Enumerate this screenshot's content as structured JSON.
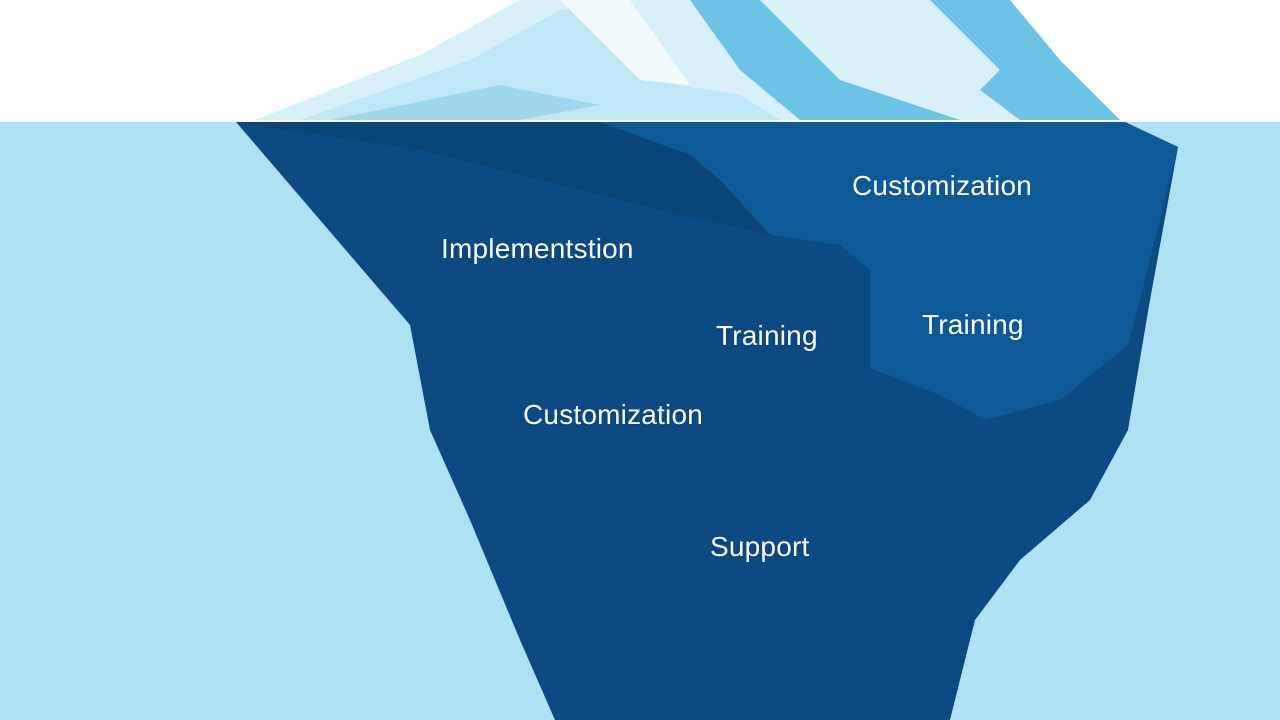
{
  "colors": {
    "sky": "#ffffff",
    "water": "#aee2f2",
    "ice_light": "#d7f0f9",
    "ice_mid": "#9fd8ee",
    "ice_accent": "#6cc3e6",
    "iceberg_deep": "#0b4a82",
    "iceberg_upper": "#0e5a98",
    "label_text": "#ffffff"
  },
  "labels": {
    "implementation": "Implementstion",
    "customization_right": "Customization",
    "training_center": "Training",
    "training_right": "Training",
    "customization_center": "Customization",
    "support": "Support"
  }
}
